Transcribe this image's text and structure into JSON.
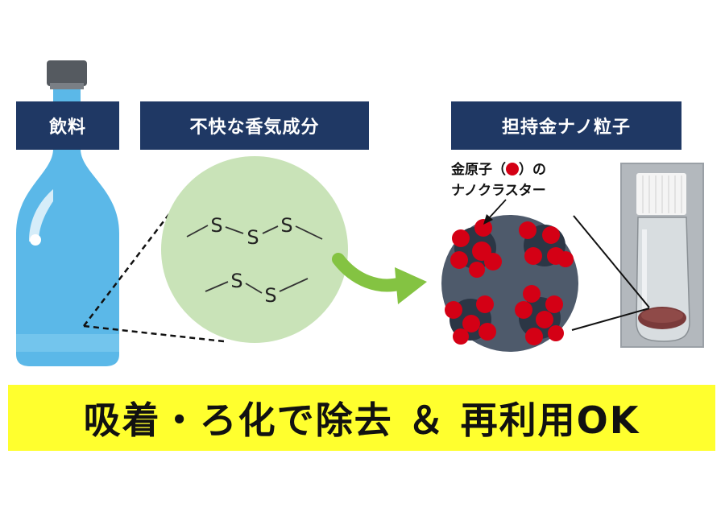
{
  "labels": {
    "beverage": "飲料",
    "unpleasant_aroma": "不快な香気成分",
    "supported_gold": "担持金ナノ粒子"
  },
  "nanocluster_caption": {
    "line1_prefix": "金原子（",
    "line1_suffix": "）の",
    "line2": "ナノクラスター"
  },
  "molecule": {
    "trisulfide": [
      "S",
      "S",
      "S"
    ],
    "disulfide": [
      "S",
      "S"
    ]
  },
  "banner": {
    "text": "吸着・ろ化で除去 ＆ 再利用OK"
  },
  "colors": {
    "label_bg": "#1f3864",
    "banner_bg": "#ffff2e",
    "bottle_blue": "#5bb8e8",
    "aroma_circle": "#c9e3b8",
    "arrow_green": "#84c342",
    "support_gray": "#4e5a6b",
    "gold_atom_red": "#d40015",
    "cluster_dark": "#2b3645"
  }
}
